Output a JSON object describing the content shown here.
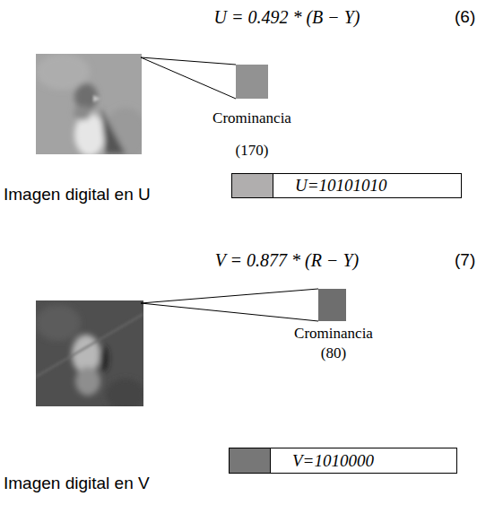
{
  "diagram": {
    "nodes": [
      {
        "text": [
          "U=10101010"
        ]
      },
      {
        "text": [
          "V=1010000"
        ]
      }
    ],
    "labels": [
      "U = 0.492 * (B − Y)",
      "(6)",
      "Crominancia",
      "(170)",
      "Imagen digital en U",
      "V = 0.877 * (R − Y)",
      "(7)",
      "Crominancia",
      "(80)",
      "Imagen digital en V"
    ]
  }
}
